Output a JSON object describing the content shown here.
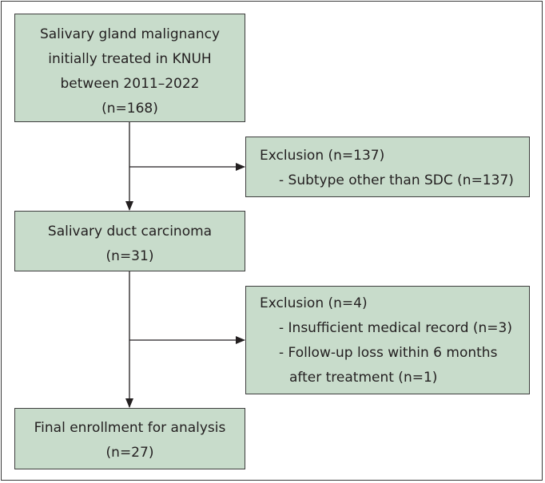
{
  "flowchart": {
    "start": {
      "lines": [
        "Salivary gland malignancy",
        "initially treated in KNUH",
        "between 2011–2022",
        "(n=168)"
      ]
    },
    "exclusion1": {
      "title": "Exclusion (n=137)",
      "items": [
        "- Subtype other than SDC (n=137)"
      ]
    },
    "sdc": {
      "lines": [
        "Salivary duct carcinoma",
        "(n=31)"
      ]
    },
    "exclusion2": {
      "title": "Exclusion (n=4)",
      "items": [
        "- Insufficient medical record (n=3)",
        "- Follow-up loss within 6 months",
        "after treatment (n=1)"
      ]
    },
    "final": {
      "lines": [
        "Final enrollment for analysis",
        "(n=27)"
      ]
    }
  },
  "colors": {
    "box_fill": "#c8dccb",
    "border": "#3d3d3d",
    "text": "#231f20"
  }
}
